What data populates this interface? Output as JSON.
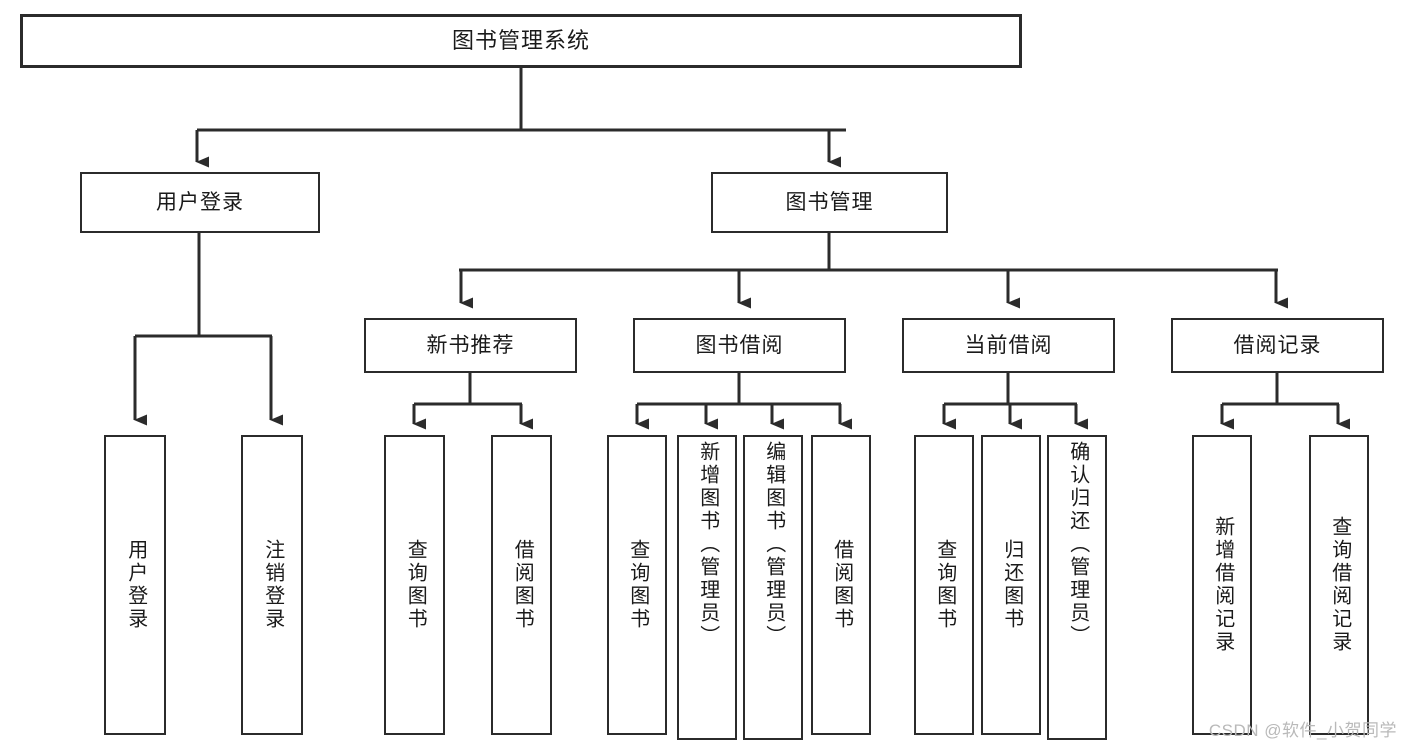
{
  "diagram": {
    "title": "图书管理系统",
    "type": "hierarchy-tree",
    "root": {
      "id": "root",
      "label": "图书管理系统"
    },
    "level1": [
      {
        "id": "user-login",
        "label": "用户登录"
      },
      {
        "id": "book-manage",
        "label": "图书管理"
      }
    ],
    "level2": [
      {
        "id": "new-book-rec",
        "label": "新书推荐",
        "parent": "book-manage"
      },
      {
        "id": "book-borrow",
        "label": "图书借阅",
        "parent": "book-manage"
      },
      {
        "id": "current-borrow",
        "label": "当前借阅",
        "parent": "book-manage"
      },
      {
        "id": "borrow-record",
        "label": "借阅记录",
        "parent": "book-manage"
      }
    ],
    "leaves": [
      {
        "id": "leaf-user-login",
        "label": "用户登录",
        "parent": "user-login"
      },
      {
        "id": "leaf-user-logout",
        "label": "注销登录",
        "parent": "user-login"
      },
      {
        "id": "leaf-query-book-1",
        "label": "查询图书",
        "parent": "new-book-rec"
      },
      {
        "id": "leaf-borrow-book-1",
        "label": "借阅图书",
        "parent": "new-book-rec"
      },
      {
        "id": "leaf-query-book-2",
        "label": "查询图书",
        "parent": "book-borrow"
      },
      {
        "id": "leaf-add-book",
        "label": "新增图书（管理员）",
        "parent": "book-borrow"
      },
      {
        "id": "leaf-edit-book",
        "label": "编辑图书（管理员）",
        "parent": "book-borrow"
      },
      {
        "id": "leaf-borrow-book-2",
        "label": "借阅图书",
        "parent": "book-borrow"
      },
      {
        "id": "leaf-query-book-3",
        "label": "查询图书",
        "parent": "current-borrow"
      },
      {
        "id": "leaf-return-book",
        "label": "归还图书",
        "parent": "current-borrow"
      },
      {
        "id": "leaf-confirm-return",
        "label": "确认归还（管理员）",
        "parent": "current-borrow"
      },
      {
        "id": "leaf-add-record",
        "label": "新增借阅记录",
        "parent": "borrow-record"
      },
      {
        "id": "leaf-query-record",
        "label": "查询借阅记录",
        "parent": "borrow-record"
      }
    ],
    "colors": {
      "stroke": "#2b2b2b",
      "fill": "#ffffff",
      "text": "#1a1a1a",
      "watermark": "#b9b9b9"
    }
  },
  "watermark": {
    "text": "CSDN @软件_小贺同学"
  }
}
